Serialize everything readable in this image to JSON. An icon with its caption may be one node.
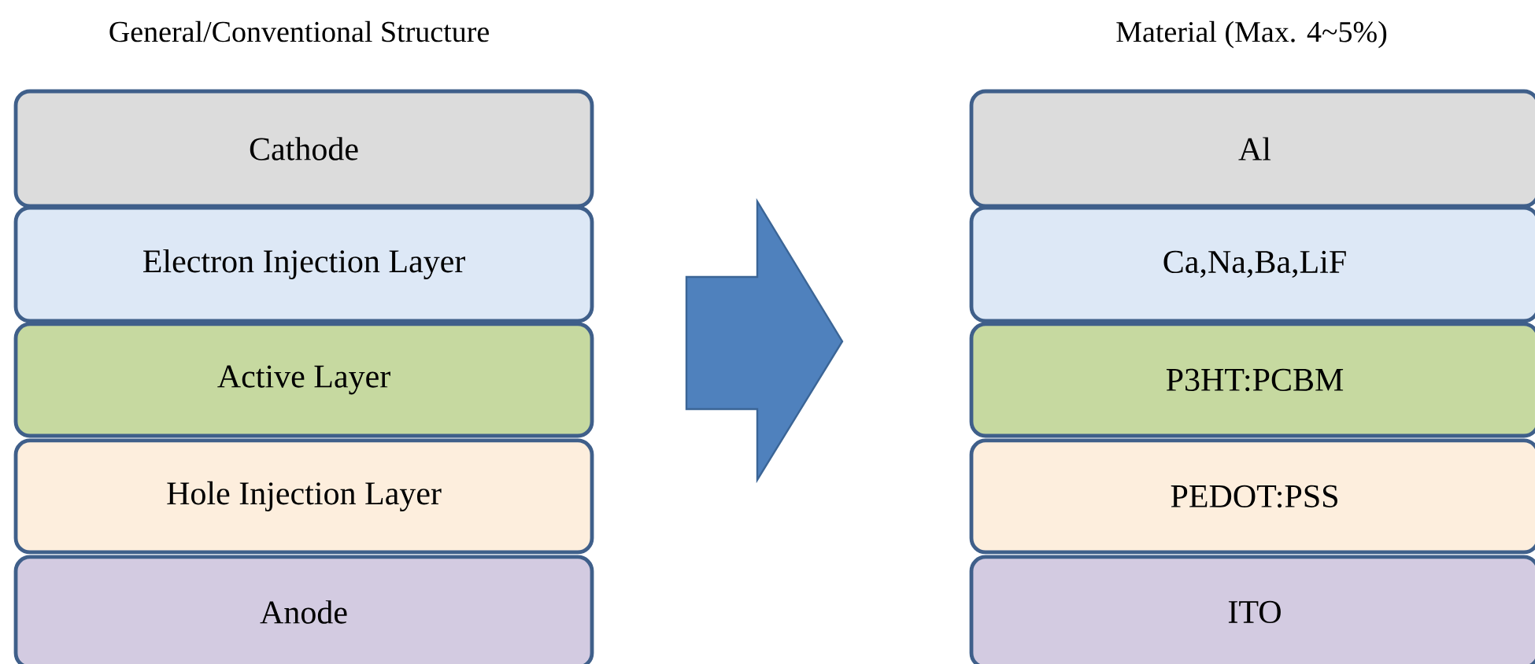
{
  "diagram": {
    "nodes": [
      {
        "text": [
          "Cathode"
        ]
      },
      {
        "text": [
          "Electron Injection Layer"
        ]
      },
      {
        "text": [
          "Active Layer"
        ]
      },
      {
        "text": [
          "Hole Injection Layer"
        ]
      },
      {
        "text": [
          "Anode"
        ]
      },
      {
        "text": [
          "Al"
        ]
      },
      {
        "text": [
          "Ca,Na,Ba,LiF"
        ]
      },
      {
        "text": [
          "P3HT:PCBM"
        ]
      },
      {
        "text": [
          "PEDOT:PSS"
        ]
      },
      {
        "text": [
          "ITO"
        ]
      }
    ],
    "labels": [
      "General/Conventional Structure",
      "Material (Max. 4~5%)"
    ]
  }
}
